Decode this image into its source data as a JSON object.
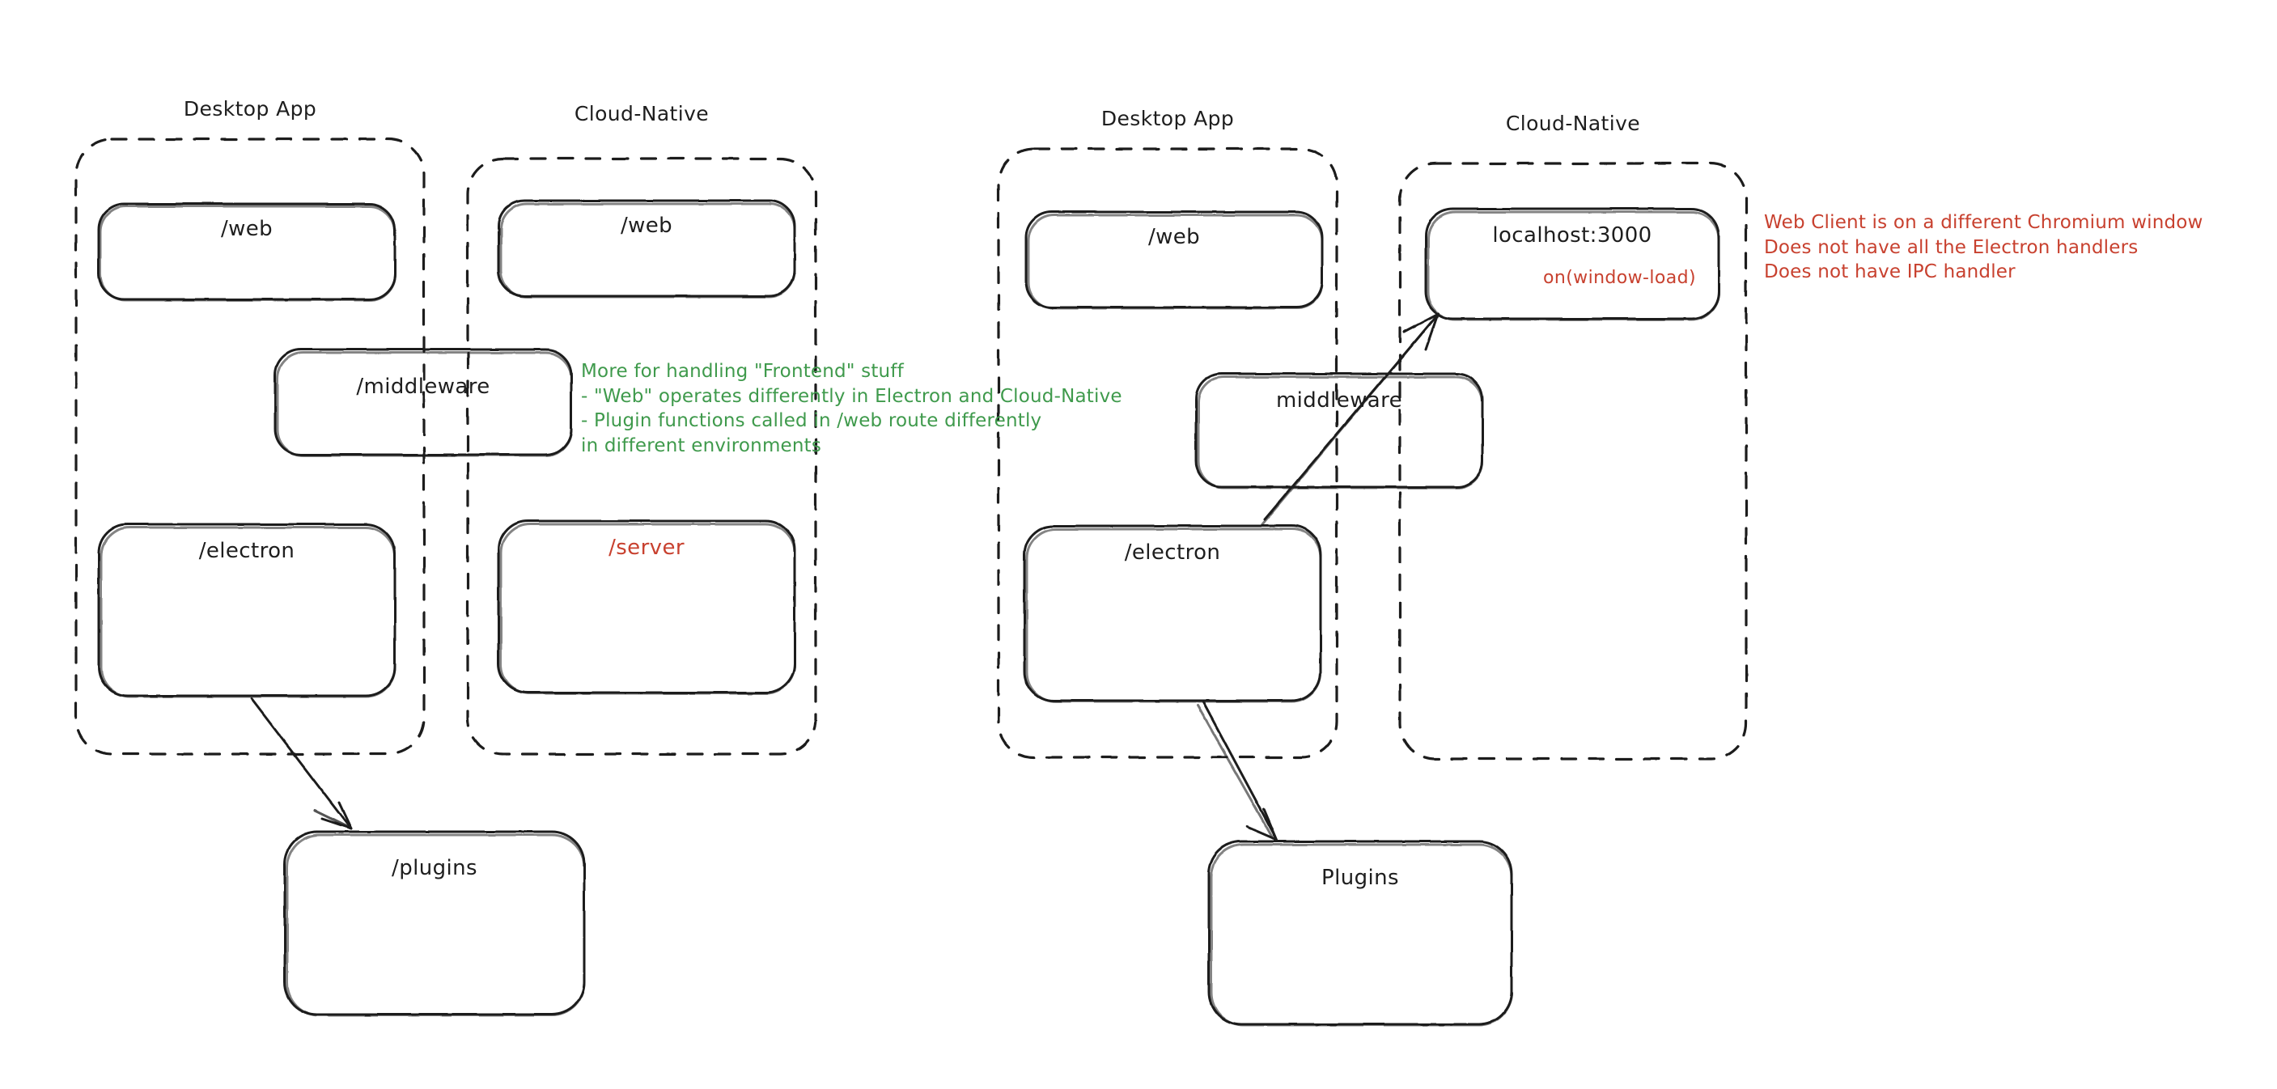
{
  "diagram": {
    "title": "Electron Desktop App vs Cloud-Native architecture comparison",
    "style": "hand-drawn whiteboard sketch",
    "background": "#ffffff",
    "colors": {
      "stroke": "#1e1e1e",
      "green_note": "#3f9a4c",
      "red_note": "#c8412f"
    }
  },
  "panels": [
    {
      "id": "left-panel",
      "groups": [
        {
          "id": "left-desktop-app",
          "title": "Desktop App"
        },
        {
          "id": "left-cloud-native",
          "title": "Cloud-Native"
        }
      ],
      "nodes": [
        {
          "id": "left-desktop-web",
          "label": "/web",
          "color": "black"
        },
        {
          "id": "left-cloud-web",
          "label": "/web",
          "color": "black"
        },
        {
          "id": "left-middleware",
          "label": "/middleware",
          "color": "black"
        },
        {
          "id": "left-electron",
          "label": "/electron",
          "color": "black"
        },
        {
          "id": "left-server",
          "label": "/server",
          "color": "red"
        },
        {
          "id": "left-plugins",
          "label": "/plugins",
          "color": "black"
        }
      ],
      "arrows": [
        {
          "id": "left-electron-to-plugins",
          "from": "/electron",
          "to": "/plugins"
        }
      ]
    },
    {
      "id": "right-panel",
      "groups": [
        {
          "id": "right-desktop-app",
          "title": "Desktop App"
        },
        {
          "id": "right-cloud-native",
          "title": "Cloud-Native"
        }
      ],
      "nodes": [
        {
          "id": "right-desktop-web",
          "label": "/web",
          "color": "black"
        },
        {
          "id": "right-localhost",
          "label": "localhost:3000",
          "color": "black",
          "sublabel": "on(window-load)",
          "sublabel_color": "red"
        },
        {
          "id": "right-middleware",
          "label": "middleware",
          "color": "black"
        },
        {
          "id": "right-electron",
          "label": "/electron",
          "color": "black"
        },
        {
          "id": "right-plugins",
          "label": "Plugins",
          "color": "black"
        }
      ],
      "arrows": [
        {
          "id": "right-electron-to-localhost",
          "from": "/electron",
          "to": "localhost:3000"
        },
        {
          "id": "right-electron-to-plugins",
          "from": "/electron",
          "to": "Plugins"
        }
      ]
    }
  ],
  "annotations": {
    "green_note": {
      "color": "#3f9a4c",
      "lines": [
        "More for handling \"Frontend\" stuff",
        "- \"Web\" operates differently in Electron and Cloud-Native",
        "- Plugin functions called in /web route differently",
        "in different environments"
      ],
      "text": "More for handling \"Frontend\" stuff\n- \"Web\" operates differently in Electron and Cloud-Native\n- Plugin functions called in /web route differently\nin different environments"
    },
    "red_note": {
      "color": "#c8412f",
      "lines": [
        "Web Client is on a different Chromium window",
        "Does not have all the Electron handlers",
        "Does not have IPC handler"
      ],
      "text": "Web Client is on a different Chromium window\nDoes not have all the Electron handlers\nDoes not have IPC handler"
    }
  }
}
